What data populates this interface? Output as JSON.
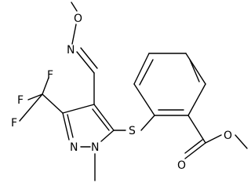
{
  "structure": {
    "atoms": {
      "O_methoxime": "O",
      "N_oxime": "N",
      "F_top": "F",
      "F_left": "F",
      "F_bottom": "F",
      "S_thioether": "S",
      "N_pyrazole_2": "N",
      "N_pyrazole_1": "N",
      "O_ester_single": "O",
      "O_ester_carbonyl": "O"
    }
  }
}
